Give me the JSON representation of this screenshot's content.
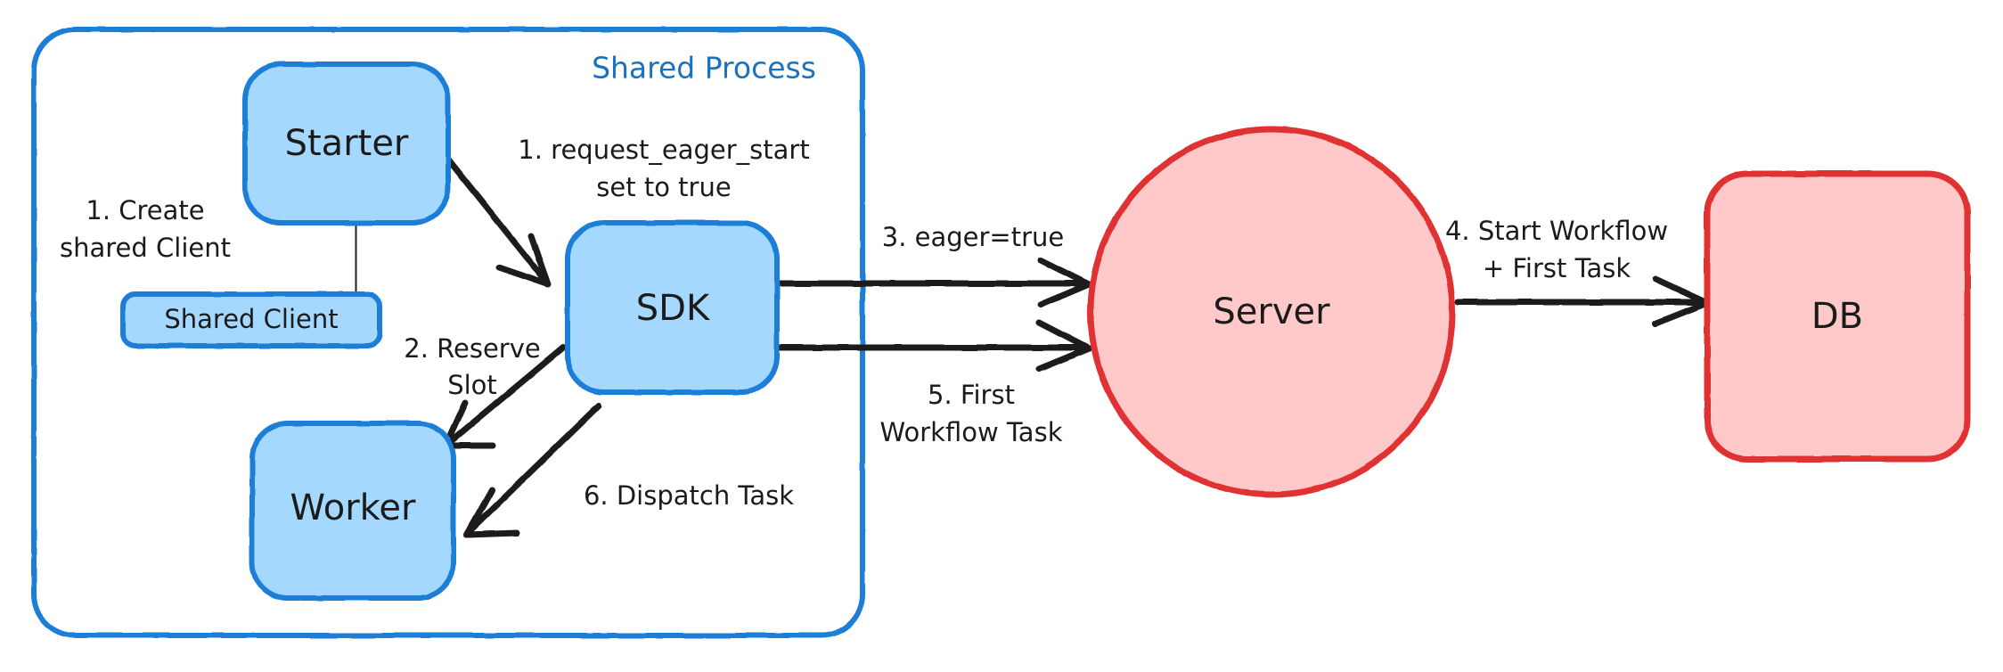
{
  "diagram": {
    "title_group": "Shared Process",
    "groups": [
      {
        "id": "shared-process",
        "label": "Shared Process",
        "color": "#1971c2",
        "border": "#1c7ed6"
      }
    ],
    "nodes": [
      {
        "id": "starter",
        "label": "Starter",
        "shape": "rounded-rect",
        "fill": "#a5d8ff",
        "stroke": "#1c7ed6"
      },
      {
        "id": "shared-client",
        "label": "Shared Client",
        "shape": "rounded-rect",
        "fill": "#a5d8ff",
        "stroke": "#1c7ed6"
      },
      {
        "id": "worker",
        "label": "Worker",
        "shape": "rounded-rect",
        "fill": "#a5d8ff",
        "stroke": "#1c7ed6"
      },
      {
        "id": "sdk",
        "label": "SDK",
        "shape": "rounded-rect",
        "fill": "#a5d8ff",
        "stroke": "#1c7ed6"
      },
      {
        "id": "server",
        "label": "Server",
        "shape": "ellipse",
        "fill": "#ffc9c9",
        "stroke": "#e03131"
      },
      {
        "id": "db",
        "label": "DB",
        "shape": "rounded-rect",
        "fill": "#ffc9c9",
        "stroke": "#e03131"
      }
    ],
    "edges": [
      {
        "id": "create-shared-client",
        "from": "starter",
        "to": "shared-client",
        "label_line1": "1. Create",
        "label_line2": "shared Client",
        "arrow": false
      },
      {
        "id": "client-to-worker",
        "from": "shared-client",
        "to": "worker",
        "label_line1": "",
        "label_line2": "",
        "arrow": false
      },
      {
        "id": "request-eager-start",
        "from": "starter",
        "to": "sdk",
        "label_line1": "1. request_eager_start",
        "label_line2": "set to true",
        "arrow": true
      },
      {
        "id": "reserve-slot",
        "from": "sdk",
        "to": "worker",
        "label_line1": "2. Reserve",
        "label_line2": "Slot",
        "arrow": true
      },
      {
        "id": "eager-true",
        "from": "sdk",
        "to": "server",
        "label_line1": "3. eager=true",
        "label_line2": "",
        "arrow": true
      },
      {
        "id": "start-workflow",
        "from": "server",
        "to": "db",
        "label_line1": "4. Start Workflow",
        "label_line2": "+ First Task",
        "arrow": true
      },
      {
        "id": "first-workflow-task",
        "from": "server",
        "to": "sdk",
        "label_line1": "5. First",
        "label_line2": "Workflow Task",
        "arrow": true
      },
      {
        "id": "dispatch-task",
        "from": "sdk",
        "to": "worker",
        "label_line1": "6. Dispatch Task",
        "label_line2": "",
        "arrow": true
      }
    ]
  }
}
